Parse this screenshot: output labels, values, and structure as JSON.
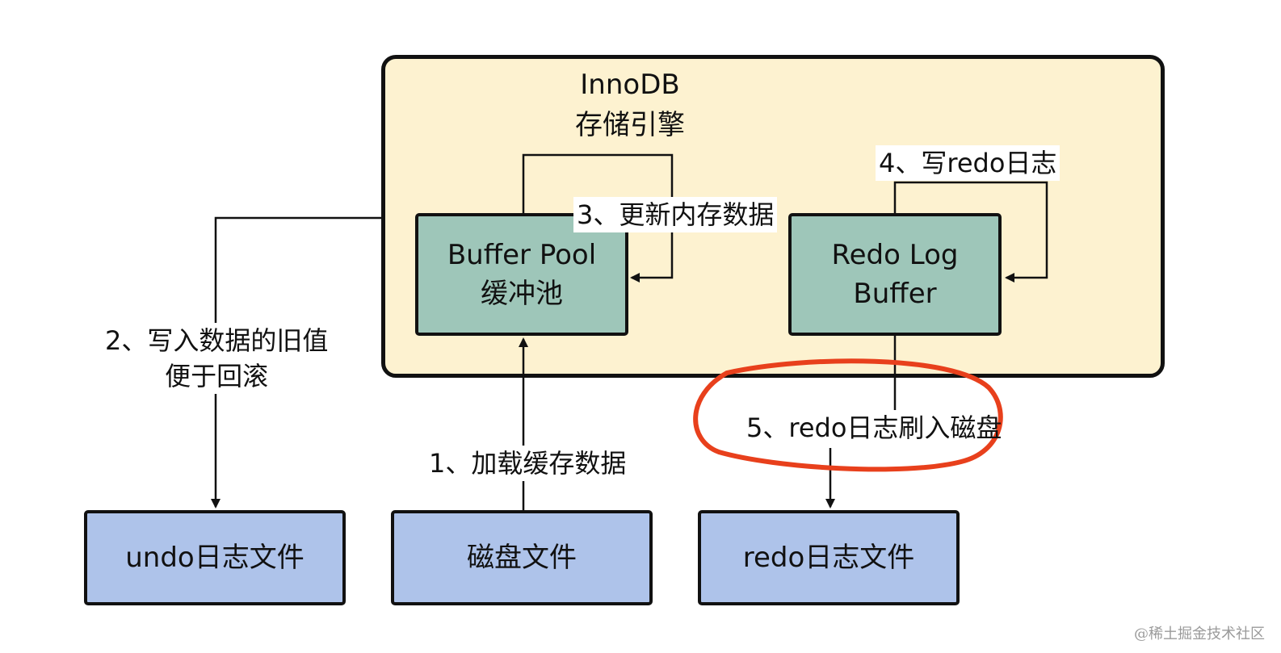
{
  "engine": {
    "title_line1": "InnoDB",
    "title_line2": "存储引擎"
  },
  "boxes": {
    "buffer_pool": {
      "line1": "Buffer Pool",
      "line2": "缓冲池"
    },
    "redo_log_buffer": {
      "line1": "Redo Log",
      "line2": "Buffer"
    },
    "undo_file": "undo日志文件",
    "disk_file": "磁盘文件",
    "redo_file": "redo日志文件"
  },
  "steps": {
    "step1": "1、加载缓存数据",
    "step2_line1": "2、写入数据的旧值",
    "step2_line2": "便于回滚",
    "step3": "3、更新内存数据",
    "step4": "4、写redo日志",
    "step5": "5、redo日志刷入磁盘"
  },
  "colors": {
    "engine_fill": "#fdf2d0",
    "memory_box_fill": "#9ec6b9",
    "file_box_fill": "#aec3ea",
    "highlight_circle": "#e8401c"
  },
  "watermark": "@稀土掘金技术社区"
}
